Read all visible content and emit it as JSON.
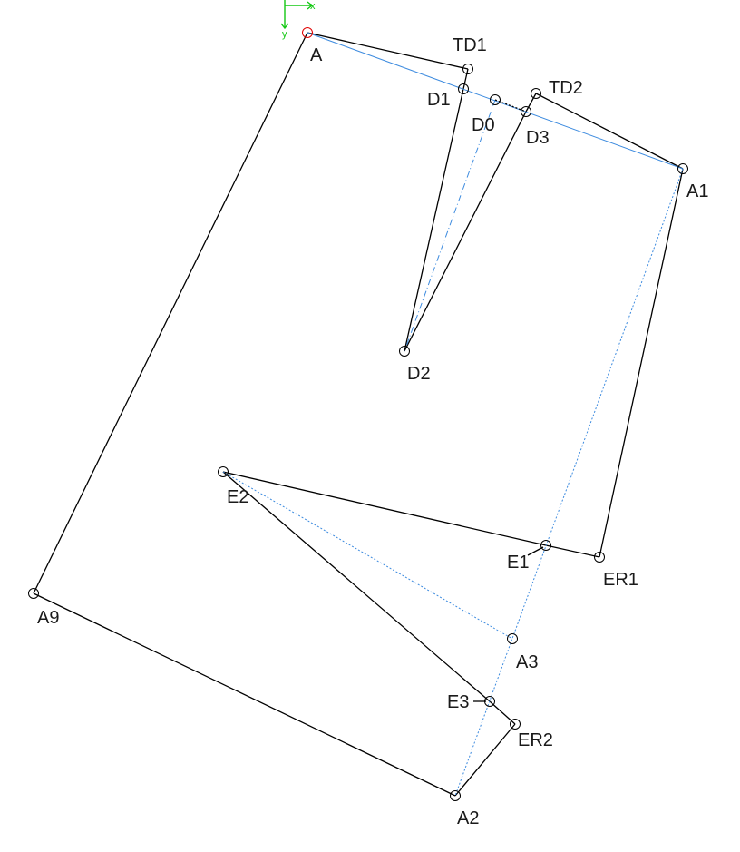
{
  "axes": {
    "x_label": "x",
    "y_label": "y",
    "color": "#14c814"
  },
  "colors": {
    "outline": "#000000",
    "guide": "#3d8bdf",
    "origin_point": "#e00000"
  },
  "points": [
    {
      "id": "A",
      "label": "A",
      "role": "origin"
    },
    {
      "id": "TD1",
      "label": "TD1"
    },
    {
      "id": "D1",
      "label": "D1"
    },
    {
      "id": "D0",
      "label": "D0"
    },
    {
      "id": "D3",
      "label": "D3"
    },
    {
      "id": "TD2",
      "label": "TD2"
    },
    {
      "id": "A1",
      "label": "A1"
    },
    {
      "id": "D2",
      "label": "D2"
    },
    {
      "id": "E2",
      "label": "E2"
    },
    {
      "id": "E1",
      "label": "E1"
    },
    {
      "id": "ER1",
      "label": "ER1"
    },
    {
      "id": "A9",
      "label": "A9"
    },
    {
      "id": "A3",
      "label": "A3"
    },
    {
      "id": "E3",
      "label": "E3"
    },
    {
      "id": "ER2",
      "label": "ER2"
    },
    {
      "id": "A2",
      "label": "A2"
    }
  ],
  "edges": [
    {
      "from": "A",
      "to": "TD1",
      "style": "solid"
    },
    {
      "from": "TD1",
      "to": "D1",
      "style": "solid"
    },
    {
      "from": "D1",
      "to": "D2",
      "style": "solid"
    },
    {
      "from": "D2",
      "to": "D3",
      "style": "solid"
    },
    {
      "from": "D3",
      "to": "TD2",
      "style": "solid"
    },
    {
      "from": "TD2",
      "to": "A1",
      "style": "solid"
    },
    {
      "from": "A1",
      "to": "ER1",
      "style": "solid"
    },
    {
      "from": "ER1",
      "to": "E1",
      "style": "solid"
    },
    {
      "from": "E1",
      "to": "E2",
      "style": "solid"
    },
    {
      "from": "E2",
      "to": "E3",
      "style": "solid"
    },
    {
      "from": "E3",
      "to": "ER2",
      "style": "solid"
    },
    {
      "from": "ER2",
      "to": "A2",
      "style": "solid"
    },
    {
      "from": "A2",
      "to": "A9",
      "style": "solid"
    },
    {
      "from": "A9",
      "to": "A",
      "style": "solid"
    },
    {
      "from": "A",
      "to": "A1",
      "style": "guide"
    },
    {
      "from": "D0",
      "to": "D2",
      "style": "guide-dashdot"
    },
    {
      "from": "A1",
      "to": "A2",
      "style": "guide-dotted"
    },
    {
      "from": "E2",
      "to": "A3",
      "style": "guide-dotted"
    },
    {
      "from": "D0",
      "to": "D3",
      "style": "black-dotted"
    }
  ]
}
